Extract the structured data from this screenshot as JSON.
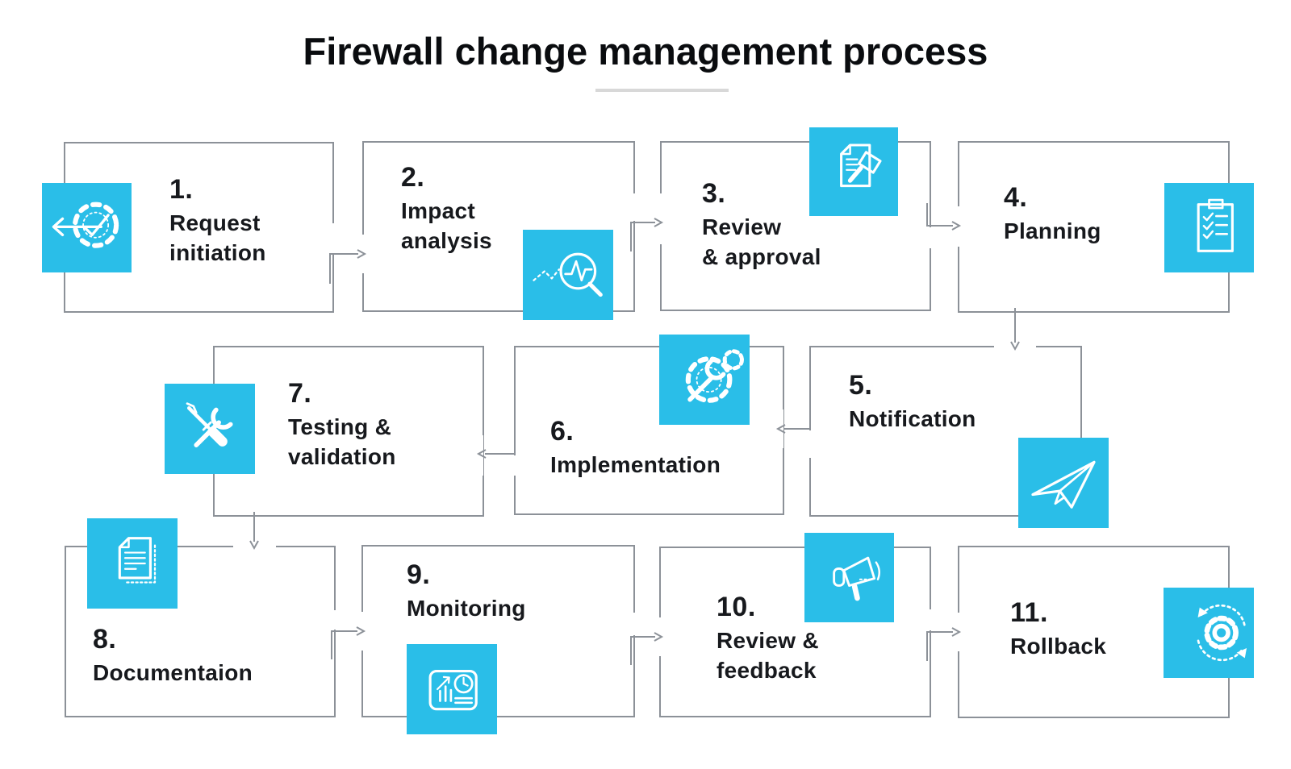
{
  "title": "Firewall change management process",
  "colors": {
    "accent": "#2ABEE8",
    "box_border": "#8C9198",
    "connector": "#8C9198",
    "text": "#17191D",
    "title_text": "#0A0C0F",
    "title_underline": "#D8D8D8",
    "icon_stroke": "#FFFFFF",
    "background": "#FFFFFF"
  },
  "steps": [
    {
      "number": "1.",
      "label": "Request\ninitiation",
      "icon": "gear-check-arrow-icon"
    },
    {
      "number": "2.",
      "label": "Impact\nanalysis",
      "icon": "chart-magnifier-icon"
    },
    {
      "number": "3.",
      "label": "Review\n& approval",
      "icon": "document-gavel-icon"
    },
    {
      "number": "4.",
      "label": "Planning",
      "icon": "clipboard-checklist-icon"
    },
    {
      "number": "5.",
      "label": "Notification",
      "icon": "paper-plane-icon"
    },
    {
      "number": "6.",
      "label": "Implementation",
      "icon": "wrench-gear-icon"
    },
    {
      "number": "7.",
      "label": "Testing &\nvalidation",
      "icon": "crossed-tools-icon"
    },
    {
      "number": "8.",
      "label": "Documentaion",
      "icon": "documents-icon"
    },
    {
      "number": "9.",
      "label": "Monitoring",
      "icon": "dashboard-clock-icon"
    },
    {
      "number": "10.",
      "label": "Review &\nfeedback",
      "icon": "megaphone-icon"
    },
    {
      "number": "11.",
      "label": "Rollback",
      "icon": "rollback-gear-icon"
    }
  ],
  "flow": [
    "1-2",
    "2-3",
    "3-4",
    "4-5",
    "5-6",
    "6-7",
    "7-8",
    "8-9",
    "9-10",
    "10-11"
  ]
}
